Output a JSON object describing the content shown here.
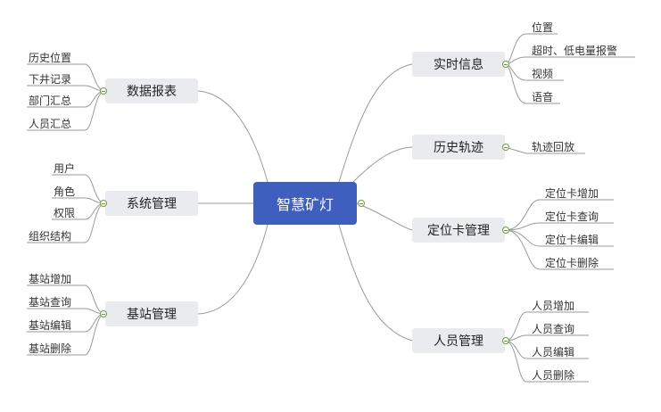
{
  "root": {
    "label": "智慧矿灯"
  },
  "branches": {
    "realtime": {
      "label": "实时信息",
      "items": [
        "位置",
        "超时、低电量报警",
        "视频",
        "语音"
      ]
    },
    "history": {
      "label": "历史轨迹",
      "items": [
        "轨迹回放"
      ]
    },
    "card": {
      "label": "定位卡管理",
      "items": [
        "定位卡增加",
        "定位卡查询",
        "定位卡编辑",
        "定位卡删除"
      ]
    },
    "person": {
      "label": "人员管理",
      "items": [
        "人员增加",
        "人员查询",
        "人员编辑",
        "人员删除"
      ]
    },
    "report": {
      "label": "数据报表",
      "items": [
        "历史位置",
        "下井记录",
        "部门汇总",
        "人员汇总"
      ]
    },
    "system": {
      "label": "系统管理",
      "items": [
        "用户",
        "角色",
        "权限",
        "组织结构"
      ]
    },
    "station": {
      "label": "基站管理",
      "items": [
        "基站增加",
        "基站查询",
        "基站编辑",
        "基站删除"
      ]
    }
  },
  "colors": {
    "root_fill": "#3f5fbf",
    "branch_fill": "#eaebef",
    "line": "#888888",
    "toggle": "#6a9c3e"
  },
  "icons": {
    "collapse": "collapse-toggle-icon"
  }
}
